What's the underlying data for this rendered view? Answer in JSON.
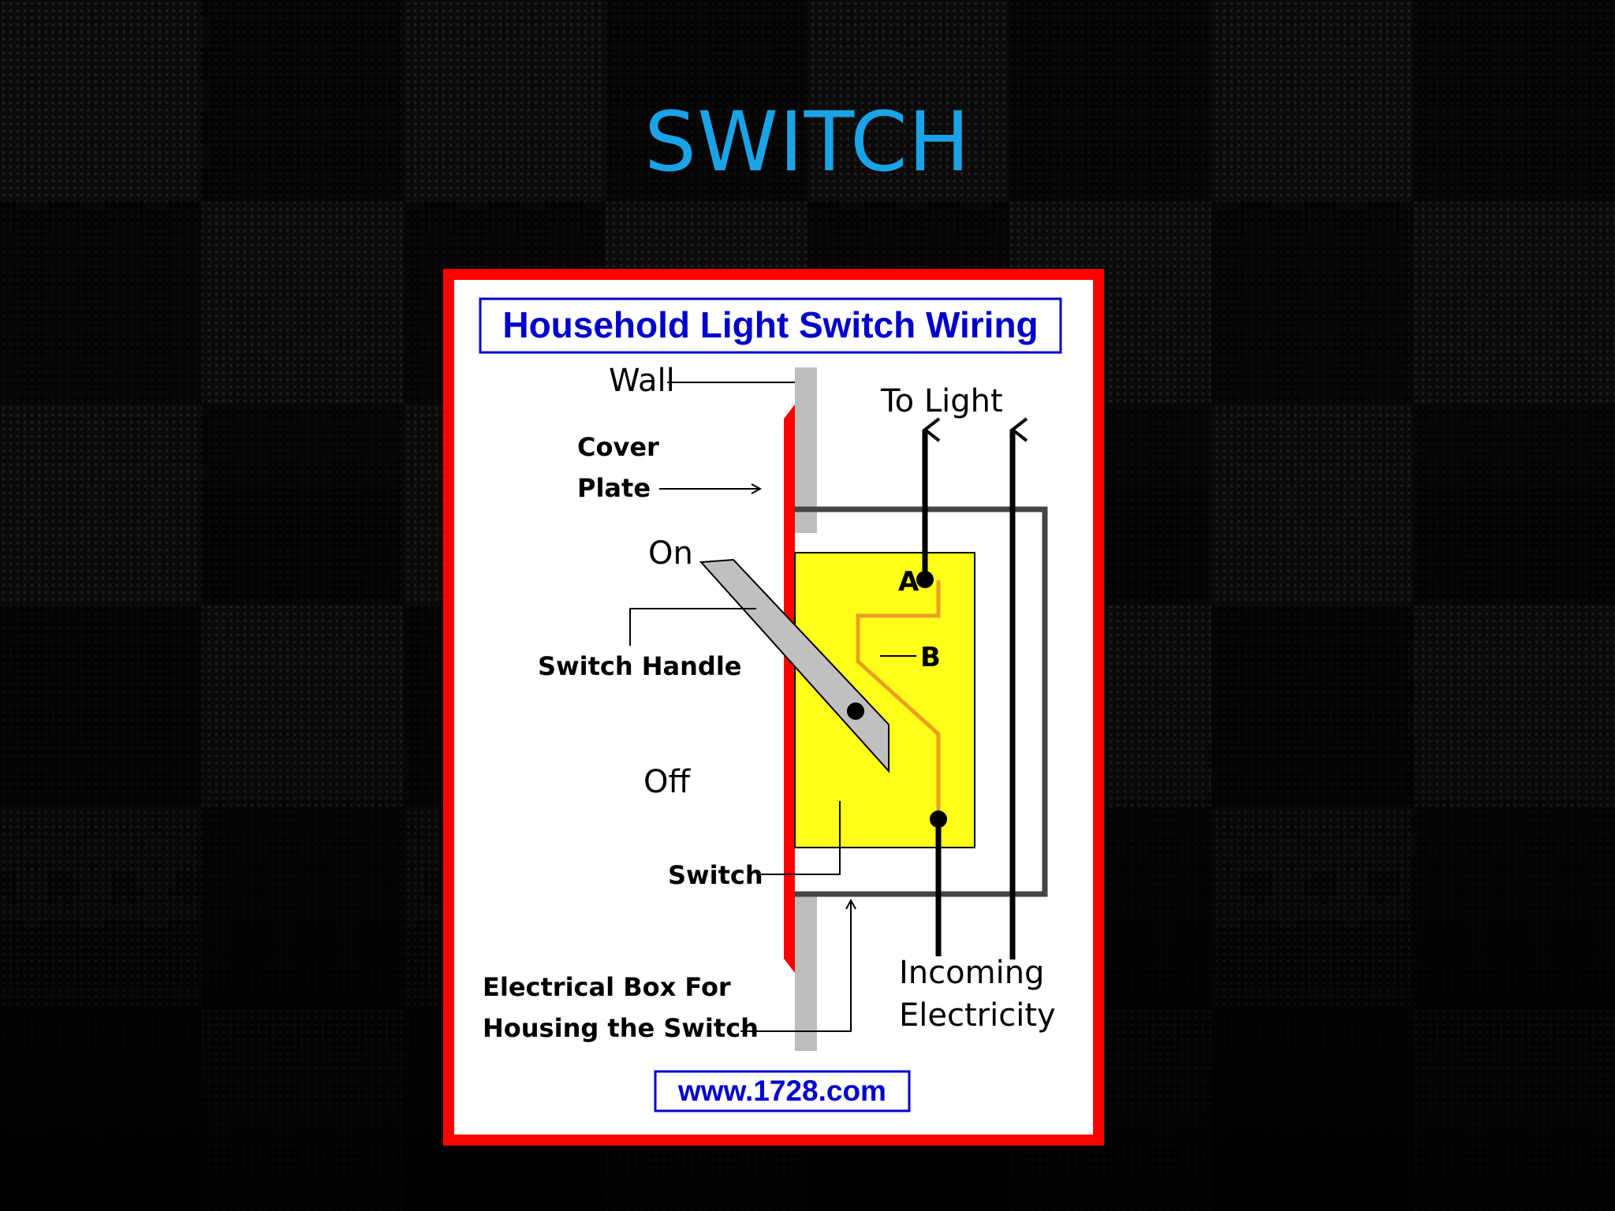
{
  "slide": {
    "title": "SWITCH",
    "title_color": "#1aa3e6",
    "background_color": "#0a0a0a"
  },
  "diagram": {
    "title": "Household Light Switch Wiring",
    "website": "www.1728.com",
    "labels": {
      "wall": "Wall",
      "cover_plate_line1": "Cover",
      "cover_plate_line2": "Plate",
      "on": "On",
      "off": "Off",
      "switch_handle": "Switch Handle",
      "switch": "Switch",
      "electrical_box_line1": "Electrical Box For",
      "electrical_box_line2": "Housing the Switch",
      "to_light": "To Light",
      "incoming_line1": "Incoming",
      "incoming_line2": "Electricity",
      "terminal_a": "A",
      "terminal_b": "B"
    },
    "colors": {
      "frame": "#ff0000",
      "title_text": "#0000cc",
      "switch_body": "#ffff1a",
      "contact_wire": "#e8a020",
      "wall": "#bdbdbd",
      "handle": "#c0c0c0"
    }
  }
}
